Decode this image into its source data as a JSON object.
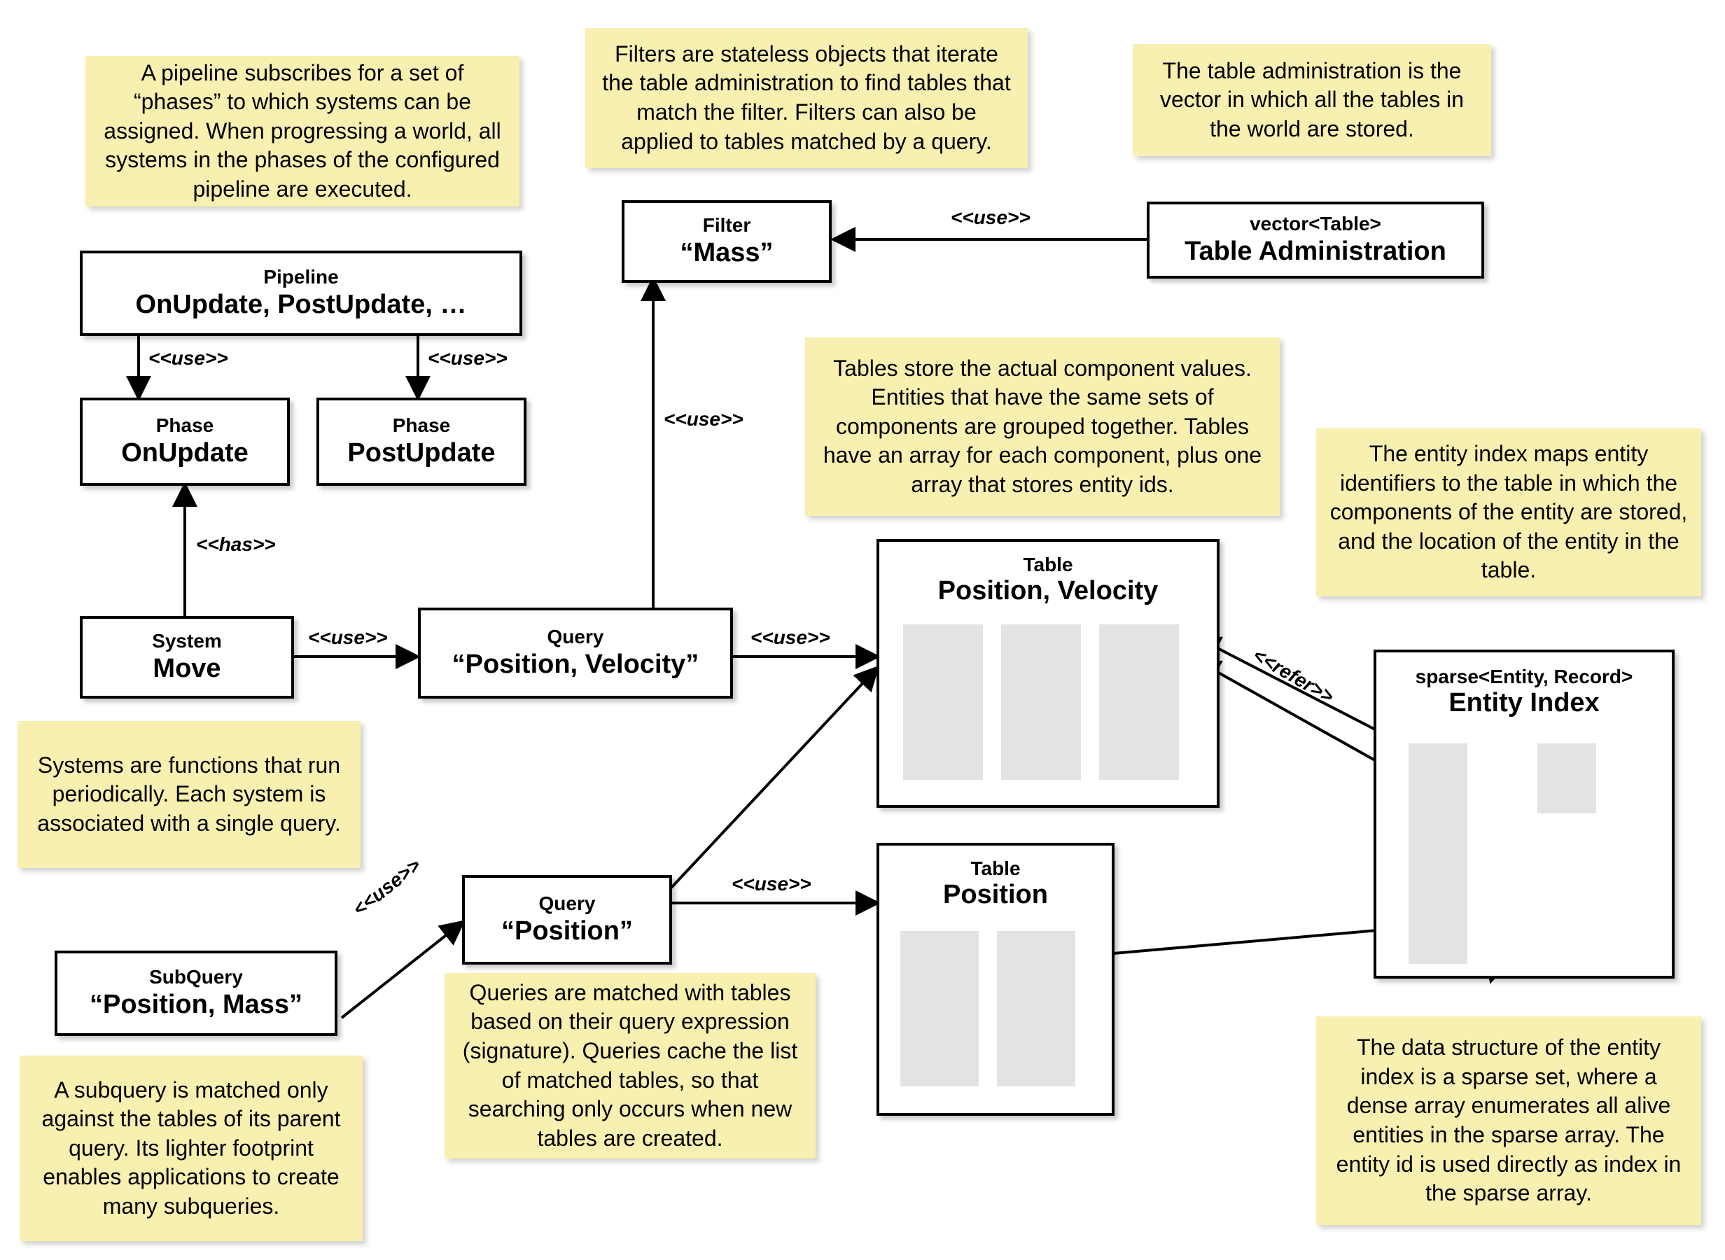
{
  "diagram": {
    "title": "ECS Architecture Diagram",
    "accent_note_color": "#f8f0b0",
    "column_color": "#e3e3e3",
    "line_color": "#000000"
  },
  "notes": [
    {
      "id": "note-pipeline",
      "text": "A pipeline subscribes for a set of “phases” to which systems can be assigned. When progressing a world, all systems in the phases of the configured pipeline are executed."
    },
    {
      "id": "note-filter",
      "text": "Filters are stateless objects that iterate the table administration to find tables that match the filter. Filters can also be applied to tables matched by a query."
    },
    {
      "id": "note-table-administration",
      "text": "The table administration is the vector in which all the tables in the world are stored."
    },
    {
      "id": "note-tables",
      "text": "Tables store the actual component values. Entities that have the same sets of components are grouped together. Tables have an array for each component, plus one array that stores entity ids."
    },
    {
      "id": "note-entity-index",
      "text": "The entity index maps entity identifiers to the table in which the components of the entity are stored, and the location of the entity in the table."
    },
    {
      "id": "note-systems",
      "text": "Systems are functions that run periodically. Each system is associated with a single query."
    },
    {
      "id": "note-queries",
      "text": "Queries are matched with tables based on their query expression (signature). Queries cache the list of matched tables, so that searching only occurs when new tables are created."
    },
    {
      "id": "note-subquery",
      "text": "A subquery is matched only against the tables of its parent query. Its lighter footprint enables applications to create many subqueries."
    },
    {
      "id": "note-sparse-set",
      "text": "The data structure of the entity index is a sparse set, where a dense array enumerates all alive entities in the sparse array. The entity id is used directly as index in the sparse array."
    }
  ],
  "boxes": {
    "pipeline": {
      "stereotype": "Pipeline",
      "name": "OnUpdate, PostUpdate, …"
    },
    "phase_onupdate": {
      "stereotype": "Phase",
      "name": "OnUpdate"
    },
    "phase_postupdate": {
      "stereotype": "Phase",
      "name": "PostUpdate"
    },
    "system_move": {
      "stereotype": "System",
      "name": "Move"
    },
    "query_position_velocity": {
      "stereotype": "Query",
      "name": "“Position, Velocity”"
    },
    "query_position": {
      "stereotype": "Query",
      "name": "“Position”"
    },
    "subquery": {
      "stereotype": "SubQuery",
      "name": "“Position, Mass”"
    },
    "filter_mass": {
      "stereotype": "Filter",
      "name": "“Mass”"
    },
    "table_administration": {
      "stereotype": "vector<Table>",
      "name": "Table Administration"
    },
    "table_position_velocity": {
      "stereotype": "Table",
      "name": "Position, Velocity",
      "columns": 3
    },
    "table_position": {
      "stereotype": "Table",
      "name": "Position",
      "columns": 2
    },
    "entity_index": {
      "stereotype": "sparse<Entity, Record>",
      "name": "Entity Index"
    }
  },
  "edge_labels": {
    "pipeline_to_onupdate": "<<use>>",
    "pipeline_to_postupdate": "<<use>>",
    "system_to_phase": "<<has>>",
    "system_to_query": "<<use>>",
    "query_to_filter": "<<use>>",
    "table_admin_to_filter": "<<use>>",
    "query_pv_to_table_pv": "<<use>>",
    "query_p_to_table_p": "<<use>>",
    "subquery_to_query": "<<use>>",
    "entity_index_refer": "<<refer>>"
  }
}
